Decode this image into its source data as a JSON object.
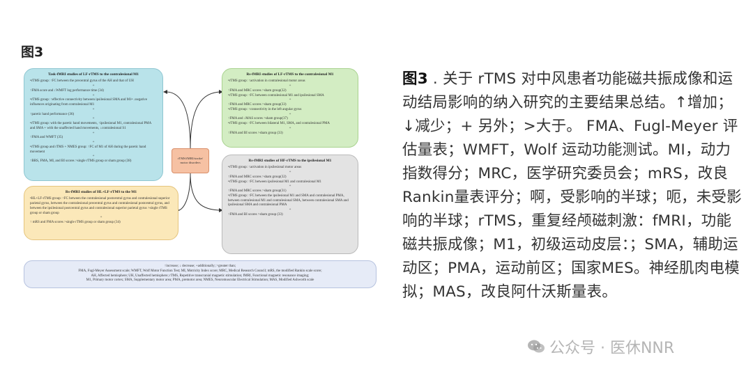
{
  "figure_label": "图3",
  "center_node": "rTMS/fMRI/stroke/ motor disorders",
  "boxes": {
    "top_left": {
      "title": "Task-fMRI studies of LF-rTMS to the contralesional M1",
      "lines": [
        "•rTMS group: ↑FC between the precentral gyrus of the AH and that of UH",
        "+",
        "↑FMA score and ↓WMFT log performance time (34)",
        "+",
        "•rTMS group: ↑effective connectivity between ipsilesional SMA and M1• ↓negative influences originating from contralesional M1",
        "+",
        "↑paretic hand performance (36)",
        "+",
        "•rTMS group: with the paretic hand movements, ↑ipsilesional M1, contralesional PMA and SMA + with the unaffected hand movements, ↓contralesional S1",
        "+",
        "↑FMA and WMFT (35)",
        "+",
        "•rTMS group and rTMS + NMES group: ↑FC of M1 of AH during the paretic hand movement",
        "+",
        "↑BRS, FMA, MI, and BI scores >single rTMS group or sham group (38)"
      ]
    },
    "top_right": {
      "title": "Rs-fMRI studies of LF-rTMS to the contralesional M1",
      "lines": [
        "•rTMS group: ↑activation in contralesional motor areas",
        "+",
        "↑FMA and MRC scores >sham group(32)",
        "•rTMS group: ↑FC between contralesional M1 and ipsilesional SMA",
        "+",
        "↑FMA and MRC scores >sham group(33)",
        "•rTMS group: ↑connectivity in the left angular gyrus",
        "+",
        "↑FMA and ↓MAS scores >sham group(37)",
        "•rTMS group: ↑FC between bilateral M1, SMA, and contralesional PMA",
        "+",
        "↑FMA and BI scores >sham group (33)"
      ]
    },
    "bottom_left": {
      "title": "Rs-fMRI studies of HL+LF-rTMS to the M1",
      "lines": [
        "•HL+LF-rTMS group: ↑FC between the contralesional postcentral gyrus and contralesional superior parietal gyrus, between the contralesional precentral gyrus and contralesional postcentral gyrus, and between the ipsilesional postcentral gyrus and contralesional superior parietal gyrus >single rTMS group or sham group",
        "+",
        "↑ mRS and FMA scores >single rTMS group or sham group (34)"
      ]
    },
    "bottom_right": {
      "title": "Rs-fMRI studies of HF-rTMS to the ipsilesional M1",
      "lines": [
        "•rTMS group: ↑activation in ipsilesional motor areas",
        "+",
        "↑FMA and MRC scores >sham group(32)",
        "•rTMS group: ↑FC between ipsilesional M1 and contralesional M1",
        "+",
        "↑FMA and MRC scores >sham group(31)",
        "•rTMS group: ↑FC between the ipsilesional M1 and SMA and contralesional PMA, between contralesional M1 and contralesional SMA, between contralesional SMA and ipsilesional SMA and contralesional PMA",
        "+",
        "↑FMA and BI scores >sham group (33)"
      ]
    },
    "legend": {
      "lines": [
        "↑increase; ↓ decrease; +additionally; >greater than;",
        "FMA, Fugl-Meyer Assessment scale; WMFT, Wolf Motor Function Test; MI, Motricity Index score; MRC, Medical Research Council; mRS, the modified Rankin scale score;",
        "AH, Affected hemisphere; UH, Unaffected hemisphere; rTMS, Repetitive transcranial magnetic stimulation; fMRI, Functional magnetic resonance imaging;",
        "M1, Primary motor cortex; SMA, Supplementary motor area; PMA, premotor area; NMES, Neuromuscular Electrical Stimulation; MAS, Modified Ashworth scale"
      ]
    }
  },
  "caption": {
    "fig_no": "图3",
    "text": " . 关于 rTMS 对中风患者功能磁共振成像和运动结局影响的纳入研究的主要结果总结。↑增加；↓减少；+ 另外；>大于。 FMA、Fugl-Meyer 评估量表；WMFT，Wolf 运动功能测试。MI，动力指数得分；MRC，医学研究委员会；mRS，改良Rankin量表评分；啊，受影响的半球；呃，未受影响的半球；rTMS，重复经颅磁刺激：fMRI，功能磁共振成像；M1，初级运动皮层：；SMA，辅助运动区；PMA，运动前区；国家MES。神经肌肉电模拟；MAS，改良阿什沃斯量表。"
  },
  "watermark": {
    "icon": "wechat-icon",
    "text": "公众号 · 医休NNR"
  },
  "colors": {
    "top_left_bg": "#b9e3ea",
    "top_right_bg": "#d3edc3",
    "bottom_left_bg": "#fbe8b9",
    "bottom_right_bg": "#e3e3e3",
    "legend_bg": "#e6ebf7",
    "center_bg": "#f6c1a3"
  }
}
